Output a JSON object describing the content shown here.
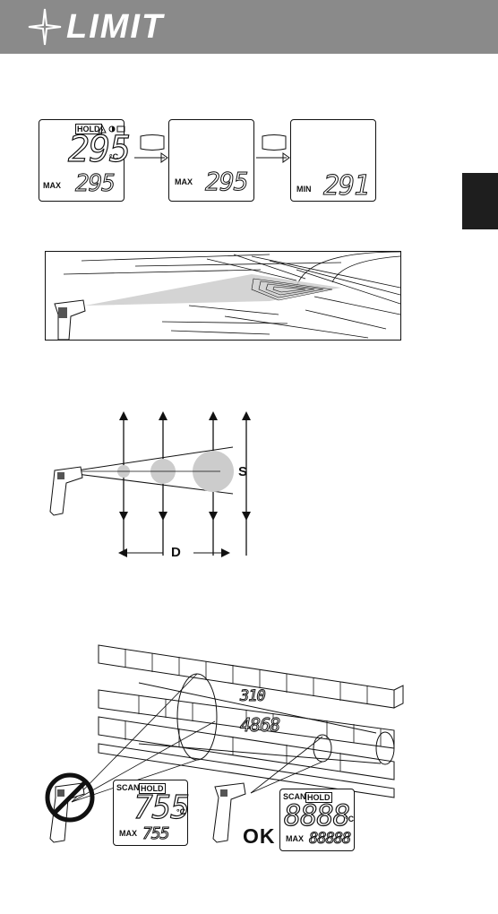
{
  "header": {
    "brand": "LIMIT",
    "logo_icon": "star-cross-icon",
    "bg_color": "#8a8a8a"
  },
  "side_tab": {
    "color": "#1e1e1e"
  },
  "fig1": {
    "displays": [
      {
        "top": "HOLD",
        "main": "295",
        "unit": "°C",
        "label": "MAX",
        "small": "295"
      },
      {
        "label": "MAX",
        "small": "295"
      },
      {
        "label": "MIN",
        "small": "291"
      }
    ]
  },
  "fig3": {
    "spot_label": "S",
    "distance_label": "D"
  },
  "fig4": {
    "wall_read_top": "310",
    "wall_read_mid": "4868",
    "display_left": {
      "scan": "SCAN",
      "hold": "HOLD",
      "main": "755",
      "unit": "°C",
      "max_label": "MAX",
      "max_value": "755"
    },
    "display_right": {
      "scan": "SCAN",
      "hold": "HOLD",
      "main": "8888",
      "unit": "°C",
      "max_label": "MAX",
      "max_value": "88888"
    },
    "ok": "OK"
  }
}
